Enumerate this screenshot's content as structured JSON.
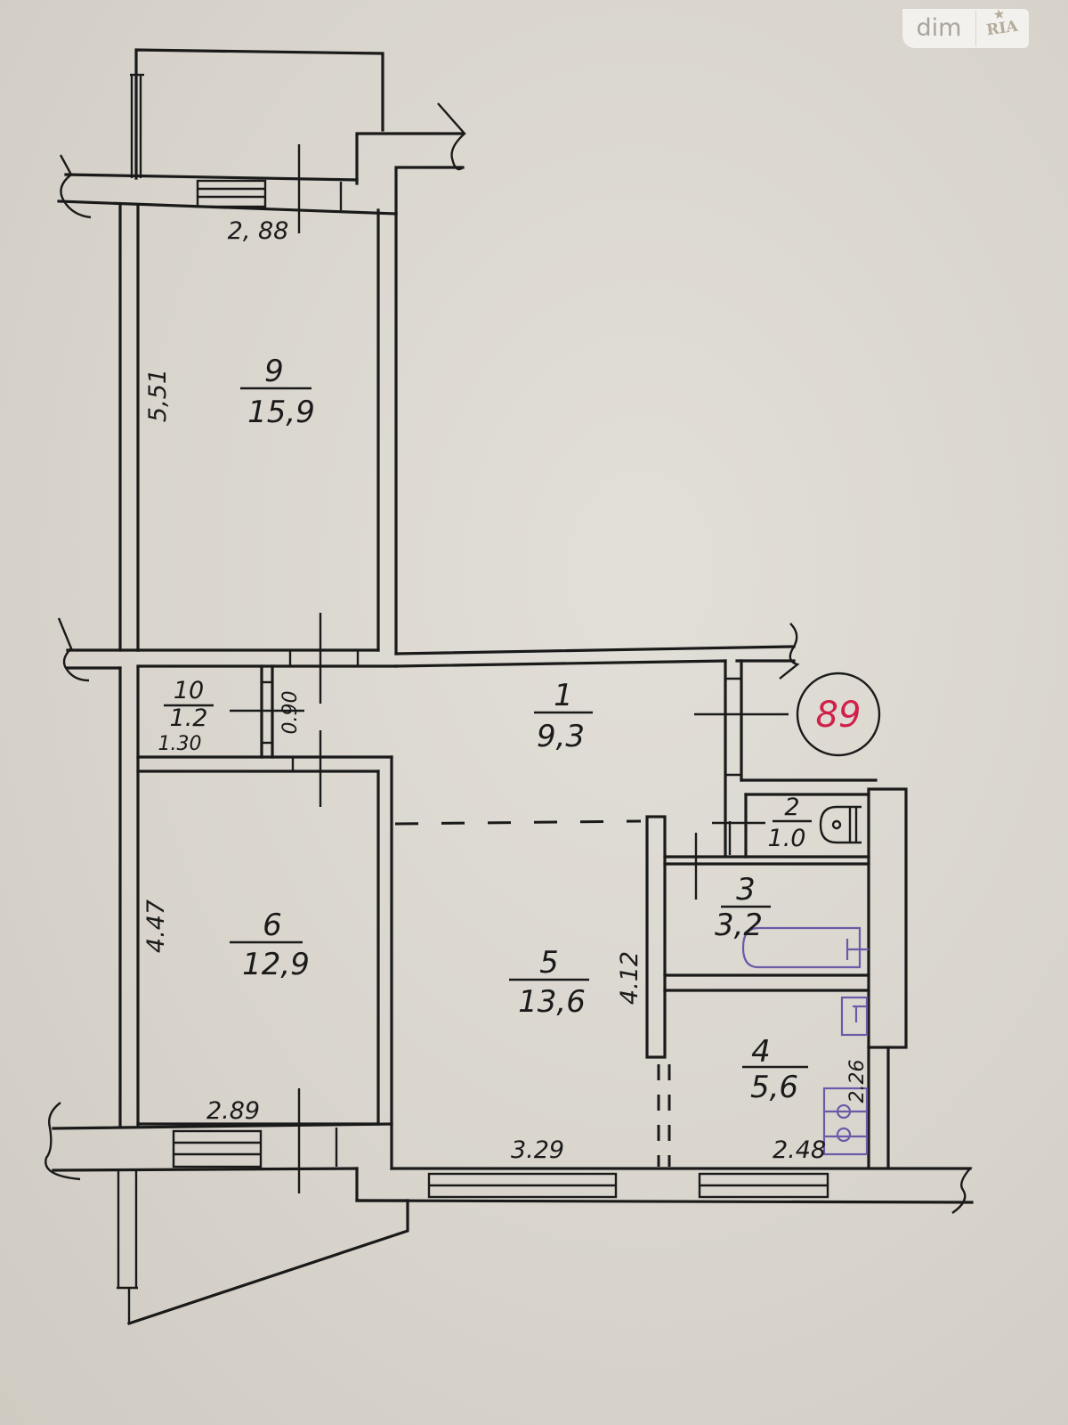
{
  "watermark": {
    "brand_left": "dim",
    "brand_right": "RIA",
    "star_icon": "★"
  },
  "apartment_number": "89",
  "rooms": [
    {
      "id": "1",
      "area": "9,3"
    },
    {
      "id": "2",
      "area": "1.0"
    },
    {
      "id": "3",
      "area": "3,2"
    },
    {
      "id": "4",
      "area": "5,6"
    },
    {
      "id": "5",
      "area": "13,6"
    },
    {
      "id": "6",
      "area": "12,9"
    },
    {
      "id": "9",
      "area": "15,9"
    },
    {
      "id": "10",
      "area": "1.2"
    }
  ],
  "dimensions": {
    "room9_width": "2, 88",
    "room9_length": "5,51",
    "room10_width": "1.30",
    "room10_length": "0.90",
    "room6_length": "4.47",
    "room6_width": "2.89",
    "room5_width": "3.29",
    "room5_length": "4.12",
    "room4_width": "2.48",
    "room4_length": "2.26"
  },
  "colors": {
    "ink": "#1a1a1a",
    "apartment_number": "#d0204a",
    "fixtures": "#6a5aa8",
    "paper": "#d9d6cf"
  }
}
